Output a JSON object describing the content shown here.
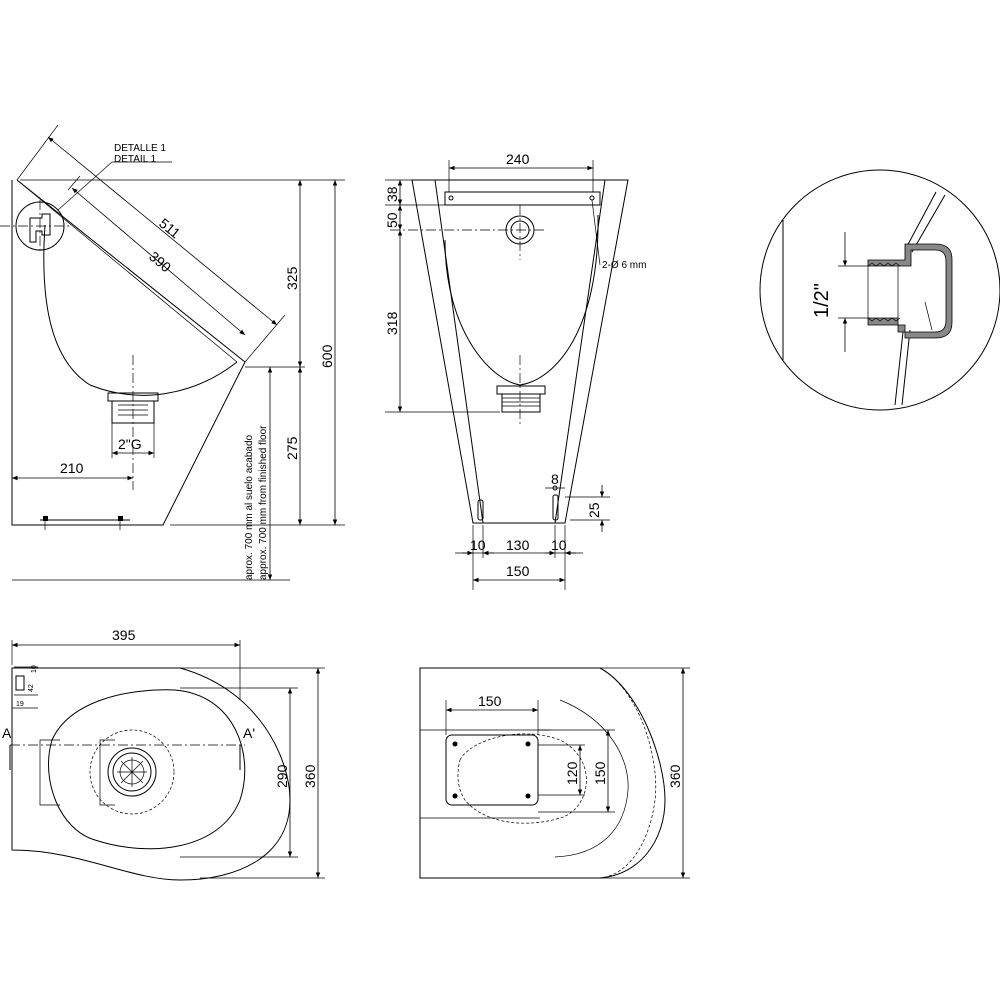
{
  "side_view": {
    "detail_ref_es": "DETALLE 1",
    "detail_ref_en": "DETAIL 1",
    "dim_diagonal_outer": "511",
    "dim_diagonal_inner": "390",
    "dim_upper_height": "325",
    "dim_total_height": "600",
    "dim_lower_height": "275",
    "dim_outlet_offset": "210",
    "outlet_thread": "2\"G",
    "mount_note_es": "aprox. 700 mm al suelo acabado",
    "mount_note_en": "approx. 700 mm from finished floor"
  },
  "front_view": {
    "dim_top_width": "240",
    "dim_38": "38",
    "dim_50": "50",
    "dim_318": "318",
    "holes_note": "2-Ø 6 mm",
    "dim_8": "8",
    "dim_25": "25",
    "dim_10_left": "10",
    "dim_130": "130",
    "dim_10_right": "10",
    "dim_150": "150"
  },
  "detail_view": {
    "thread_size": "1/2\""
  },
  "top_view": {
    "dim_width": "395",
    "dim_290": "290",
    "dim_360": "360",
    "section_a": "A",
    "section_a_prime": "A'",
    "dim_42": "42",
    "dim_10": "10",
    "dim_19": "19"
  },
  "back_view": {
    "dim_150_w": "150",
    "dim_120": "120",
    "dim_150_h": "150",
    "dim_360": "360"
  }
}
